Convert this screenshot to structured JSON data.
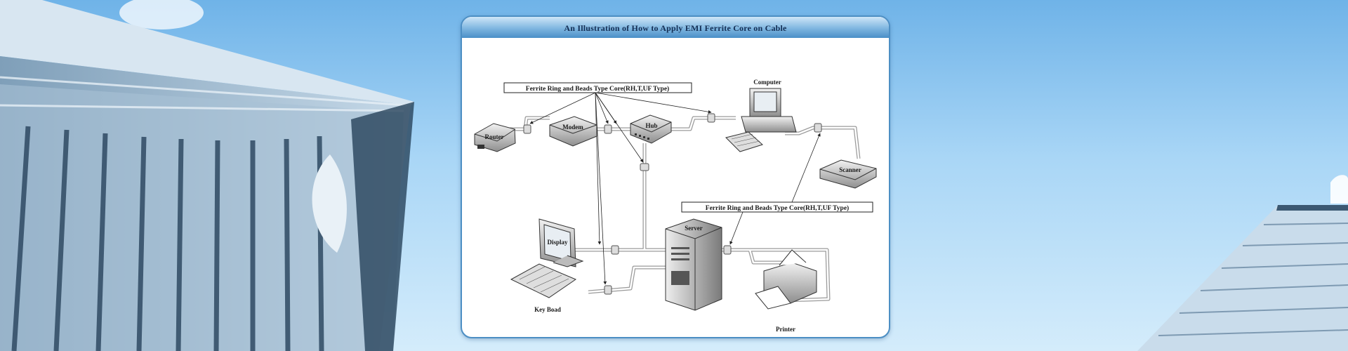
{
  "title": "An Illustration of How to Apply EMI Ferrite Core on Cable",
  "callouts": {
    "top": "Ferrite Ring and Beads Type Core(RH,T,UF Type)",
    "right": "Ferrite Ring and Beads Type Core(RH,T,UF Type)"
  },
  "devices": {
    "router": "Router",
    "modem": "Modem",
    "hub": "Hub",
    "computer": "Computer",
    "scanner": "Scanner",
    "display": "Display",
    "server": "Server",
    "keyboard": "Key Boad",
    "printer": "Printer"
  },
  "colors": {
    "panel_border": "#4d8fc4",
    "header_dark": "#4a8fc7",
    "sky": "#a9d6f6"
  }
}
